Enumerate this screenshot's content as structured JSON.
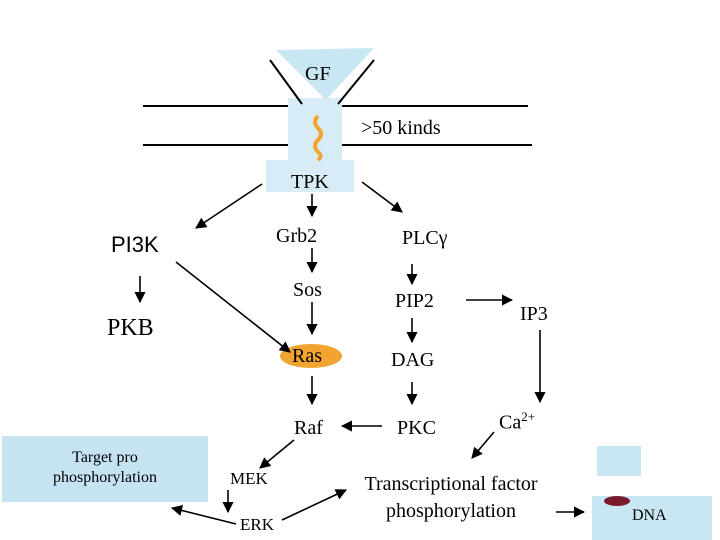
{
  "nodes": {
    "gf": "GF",
    "kinds": ">50 kinds",
    "tpk": "TPK",
    "pi3k": "PI3K",
    "pkb": "PKB",
    "target": "Target pro phosphorylation",
    "grb2": "Grb2",
    "sos": "Sos",
    "ras": "Ras",
    "raf": "Raf",
    "mek": "MEK",
    "erk": "ERK",
    "plc": "PLCγ",
    "pip2": "PIP2",
    "ip3": "IP3",
    "dag": "DAG",
    "pkc": "PKC",
    "ca": "Ca",
    "ca_sup": "2+",
    "tf": "Transcriptional factor phosphorylation",
    "dna": "DNA"
  },
  "colors": {
    "receptor_fill": "#d7ecf6",
    "ligand_fill": "#c9e6f3",
    "target_box_fill": "#c6e3f2",
    "ras_fill": "#f2a431",
    "receptor_accent": "#f2a431",
    "dna_mark": "#7a1a2a"
  }
}
